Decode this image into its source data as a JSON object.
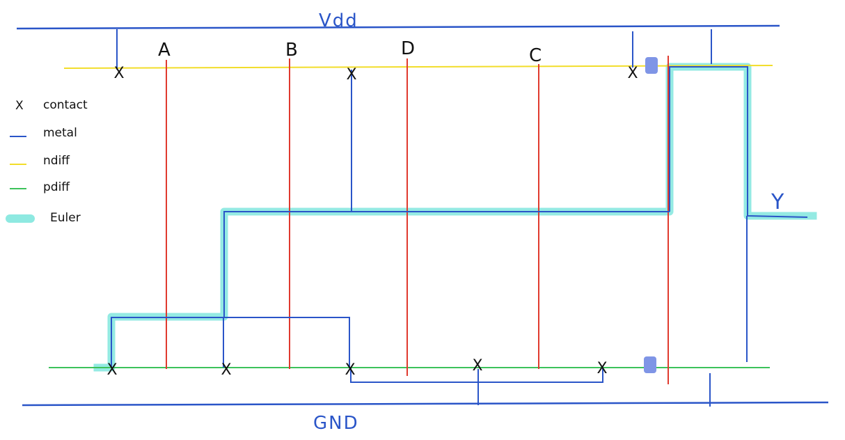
{
  "rails": {
    "vdd_label": "Vdd",
    "gnd_label": "GND"
  },
  "gates": {
    "a": "A",
    "b": "B",
    "d": "D",
    "c": "C"
  },
  "output_label": "Y",
  "contact_mark": "X",
  "legend": [
    {
      "symbol": "X",
      "label": "contact"
    },
    {
      "symbol": "line",
      "label": "metal",
      "color": "#2a55c8"
    },
    {
      "symbol": "line",
      "label": "ndiff",
      "color": "#f2dd2a"
    },
    {
      "symbol": "line",
      "label": "pdiff",
      "color": "#3cc25a"
    },
    {
      "symbol": "band",
      "label": "Euler",
      "color": "#8ee9e1"
    }
  ],
  "colors": {
    "metal": "#2a55c8",
    "ndiff": "#f2dd2a",
    "pdiff": "#3cc25a",
    "poly": "#e03a2e",
    "euler": "#8ee9e1",
    "marker": "#7f95e6"
  }
}
